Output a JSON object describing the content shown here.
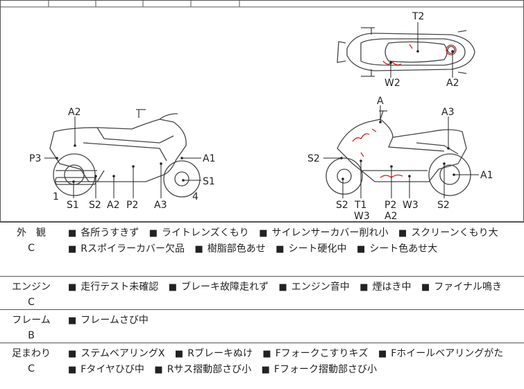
{
  "diagram": {
    "labels": {
      "top": {
        "t2": "T2",
        "w2": "W2",
        "a2": "A2"
      },
      "left": {
        "a2": "A2",
        "p3": "P3",
        "a1": "A1",
        "s1_right": "S1",
        "n1": "1",
        "n4": "4",
        "s1": "S1",
        "s2": "S2",
        "a2_bottom": "A2",
        "p2": "P2",
        "a3": "A3"
      },
      "right": {
        "a": "A",
        "a3": "A3",
        "s2_left": "S2",
        "a1": "A1",
        "s2_b1": "S2",
        "t1": "T1",
        "w3_b": "W3",
        "p2": "P2",
        "a2": "A2",
        "w3": "W3",
        "s2_b2": "S2"
      }
    }
  },
  "sections": [
    {
      "category": "外　観",
      "grade": "C",
      "items": [
        "各所うすきず",
        "ライトレンズくもり",
        "サイレンサーカバー削れ小",
        "スクリーンくもり大",
        "Rスポイラーカバー欠品",
        "樹脂部色あせ",
        "シート硬化中",
        "シート色あせ大"
      ]
    },
    {
      "category": "エンジン",
      "grade": "C",
      "items": [
        "走行テスト未確認",
        "ブレーキ故障走れず",
        "エンジン音中",
        "煙はき中",
        "ファイナル鳴き"
      ]
    },
    {
      "category": "フレーム",
      "grade": "B",
      "items": [
        "フレームさび中"
      ]
    },
    {
      "category": "足まわり",
      "grade": "C",
      "items": [
        "ステムベアリングX",
        "Rブレーキぬけ",
        "Fフォークこすりキズ",
        "Fホイールベアリングがた",
        "Fタイヤひび中",
        "Rサス摺動部さび小",
        "Fフォーク摺動部さび小"
      ]
    }
  ]
}
